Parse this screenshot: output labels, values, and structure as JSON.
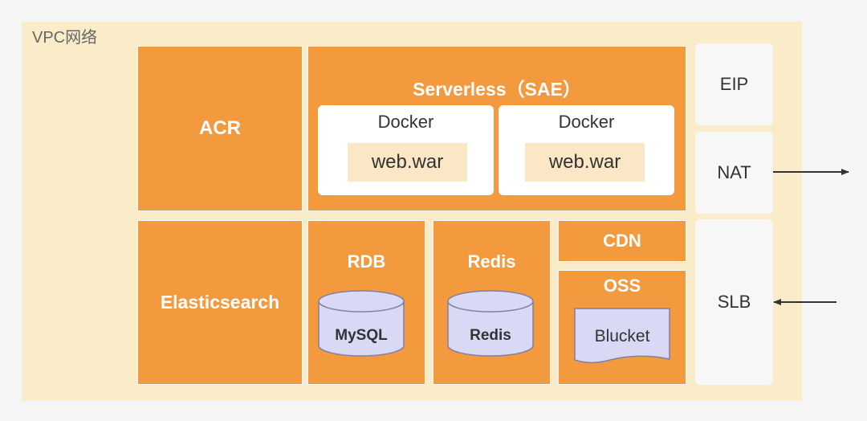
{
  "vpc_label": "VPC网络",
  "acr": "ACR",
  "sae": {
    "title": "Serverless（SAE）",
    "containers": [
      {
        "label": "Docker",
        "artifact": "web.war"
      },
      {
        "label": "Docker",
        "artifact": "web.war"
      }
    ]
  },
  "elasticsearch": "Elasticsearch",
  "rdb": {
    "title": "RDB",
    "db": "MySQL"
  },
  "redis": {
    "title": "Redis",
    "db": "Redis"
  },
  "cdn": "CDN",
  "oss": {
    "title": "OSS",
    "item": "Blucket"
  },
  "side": {
    "eip": "EIP",
    "nat": "NAT",
    "slb": "SLB"
  },
  "colors": {
    "orange": "#f39a3e",
    "vpc_background": "#fbecc9",
    "cylinder": "#d9d9f5",
    "cylinder_stroke": "#7f7fa8",
    "arrow": "#333333"
  }
}
